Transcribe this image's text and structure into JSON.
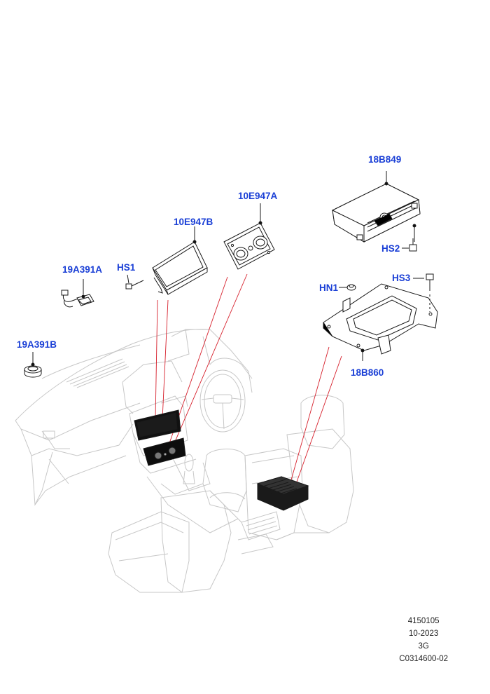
{
  "callouts": {
    "c18b849": "18B849",
    "c10e947a": "10E947A",
    "c10e947b": "10E947B",
    "c19a391a": "19A391A",
    "chs1": "HS1",
    "chs2": "HS2",
    "chs3": "HS3",
    "chn1": "HN1",
    "c19a391b": "19A391B",
    "c18b860": "18B860"
  },
  "footer": {
    "line1": "4150105",
    "line2": "10-2023",
    "line3": "3G",
    "line4": "C0314600-02"
  },
  "colors": {
    "callout": "#1a3fd6",
    "leader": "#d61f2b",
    "vehicle_outline": "#c7c7c7"
  }
}
